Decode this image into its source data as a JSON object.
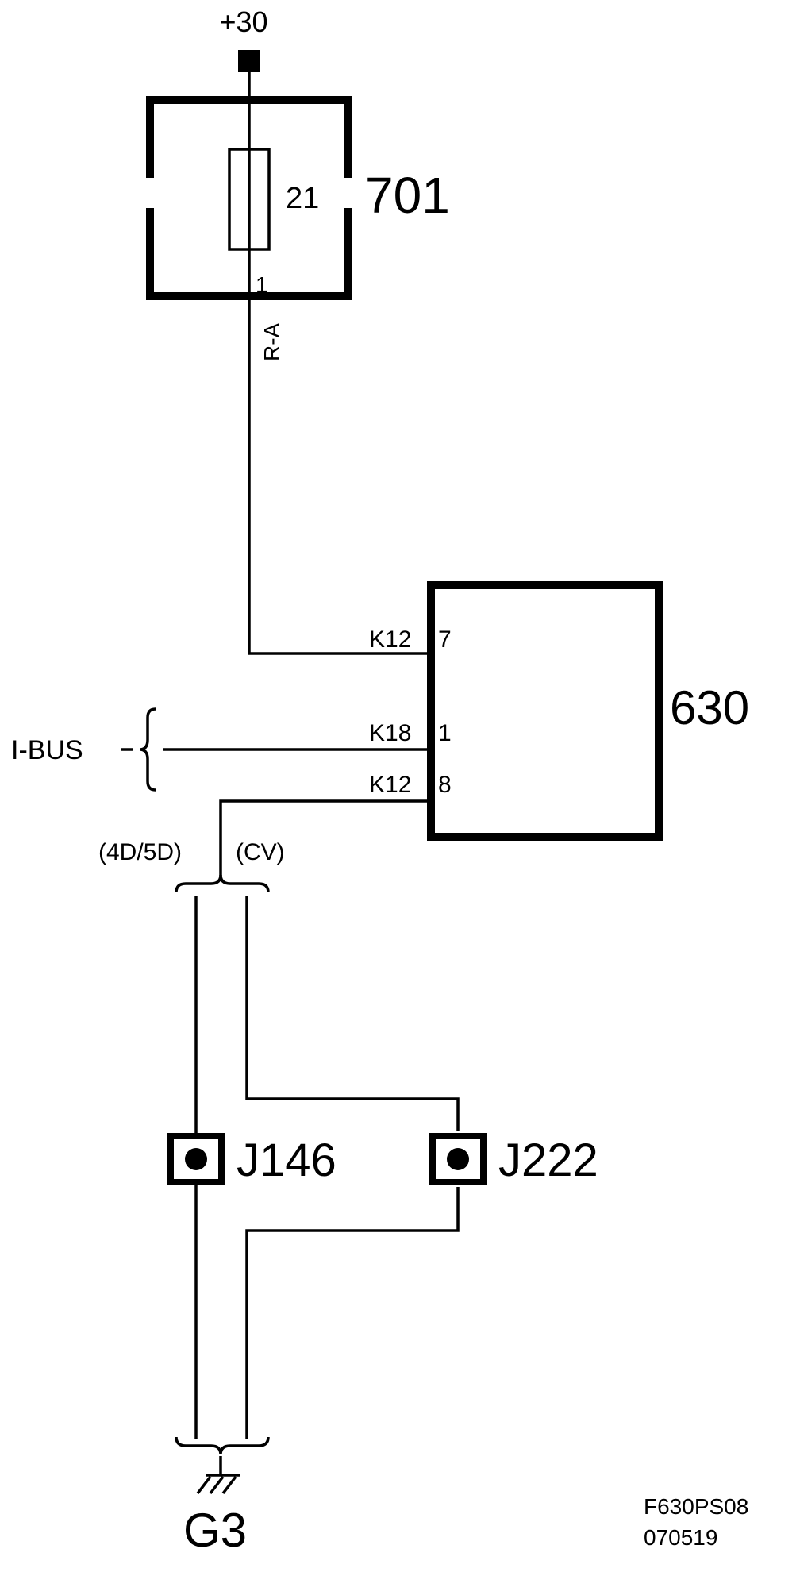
{
  "supply_label": "+30",
  "fuse_box": {
    "id": "701",
    "fuse_number": "21",
    "pin": "1"
  },
  "wire_color": "R-A",
  "module": {
    "id": "630"
  },
  "pins": [
    {
      "connector": "K12",
      "pin": "7"
    },
    {
      "connector": "K18",
      "pin": "1"
    },
    {
      "connector": "K12",
      "pin": "8"
    }
  ],
  "bus_label": "I-BUS",
  "variant_left": "(4D/5D)",
  "variant_right": "(CV)",
  "splice_left": "J146",
  "splice_right": "J222",
  "ground": "G3",
  "drawing_code": "F630PS08",
  "drawing_date": "070519"
}
